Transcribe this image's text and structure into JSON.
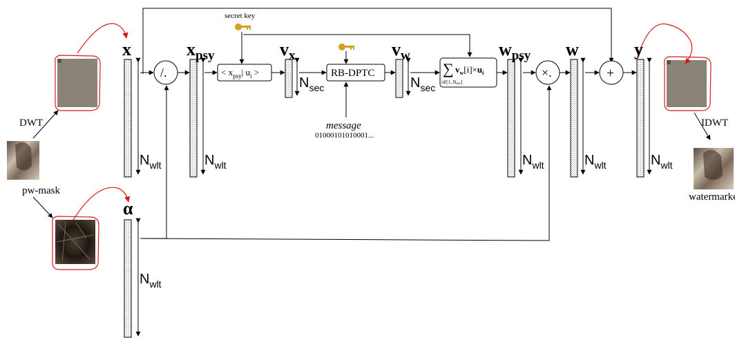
{
  "labels": {
    "x": "x",
    "x_psy_main": "x",
    "x_psy_sub": "psy",
    "v_x_main": "v",
    "v_x_sub": "x",
    "v_w_main": "v",
    "v_w_sub": "w",
    "w_psy_main": "w",
    "w_psy_sub": "psy",
    "w": "w",
    "y": "y",
    "alpha": "α",
    "n_main": "N",
    "n_wlt_sub": "wlt",
    "n_sec_sub": "sec",
    "secret_key": "secret key",
    "message": "message",
    "message_bits": "01000101010001...",
    "dwt": "DWT",
    "idwt": "IDWT",
    "pw_mask": "pw-mask",
    "watermarked": "watermarked"
  },
  "operators": {
    "divide": "/.",
    "multiply": "×.",
    "add": "+"
  },
  "boxes": {
    "inner_product": "< x",
    "inner_product_sub1": "psy",
    "inner_product_mid": "| u",
    "inner_product_sub2": "i",
    "inner_product_end": " >",
    "rb_dptc": "RB-DPTC",
    "sum_symbol": "∑",
    "sum_expr_a": "v",
    "sum_expr_a_sub": "w",
    "sum_expr_b": "[i]×",
    "sum_expr_c": "u",
    "sum_expr_c_sub": "i",
    "sum_range": "i∈[1..N",
    "sum_range_sub": "sec",
    "sum_range_end": "]"
  },
  "colors": {
    "annotation_red": "#d81818",
    "key_gold": "#d4a020",
    "coef_gray": "#8c8378"
  }
}
